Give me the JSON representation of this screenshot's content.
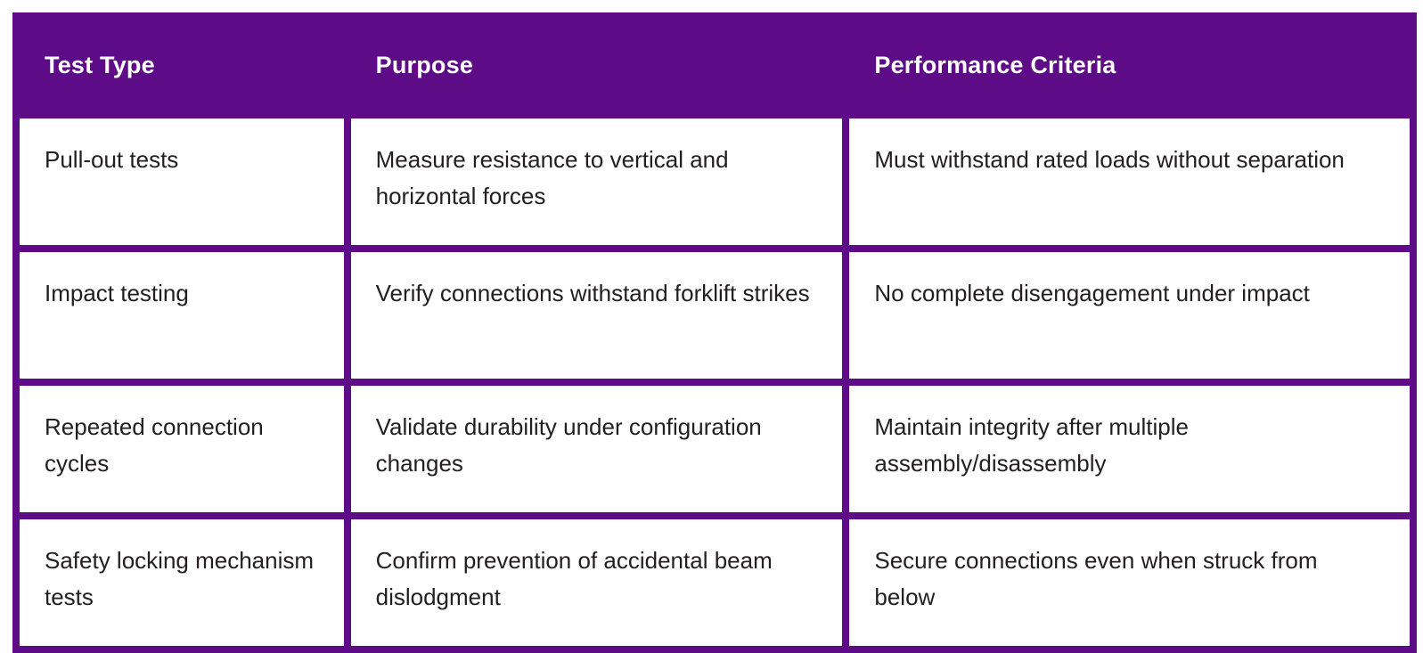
{
  "colors": {
    "accent_purple": "#5E0B87",
    "cell_background": "#ffffff",
    "header_text": "#ffffff",
    "body_text": "#231f20"
  },
  "table": {
    "headers": {
      "test_type": "Test Type",
      "purpose": "Purpose",
      "performance_criteria": "Performance Criteria"
    },
    "rows": [
      {
        "test_type": "Pull-out tests",
        "purpose": "Measure resistance to vertical and horizontal forces",
        "performance_criteria": "Must withstand rated loads without separation"
      },
      {
        "test_type": "Impact testing",
        "purpose": "Verify connections withstand forklift strikes",
        "performance_criteria": "No complete disengagement under impact"
      },
      {
        "test_type": "Repeated connection cycles",
        "purpose": "Validate durability under configuration changes",
        "performance_criteria": "Maintain integrity after multiple assembly/disassembly"
      },
      {
        "test_type": "Safety locking mechanism tests",
        "purpose": "Confirm prevention of accidental beam dislodgment",
        "performance_criteria": "Secure connections even when struck from below"
      }
    ]
  }
}
